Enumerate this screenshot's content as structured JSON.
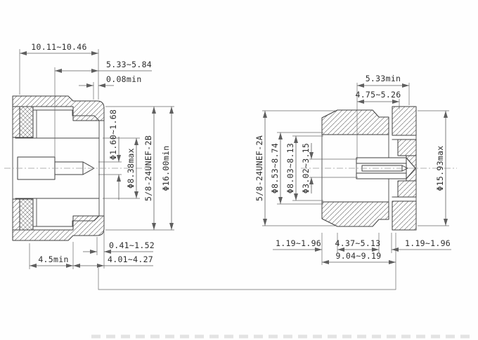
{
  "colors": {
    "background": "#fefefe",
    "body_line": "#3f3f3f",
    "dimension_line": "#5f5f5f",
    "label_text": "#2d2d2d",
    "centerline": "#9b9b9b",
    "hatch": "#767676"
  },
  "left_view": {
    "dims": {
      "body_length": "10.11~10.46",
      "front_length": "5.33~5.84",
      "face_gap": "0.08min",
      "pin_diameter": "Φ1.60~1.68",
      "bore_diameter": "Φ8.38max",
      "thread_spec": "5/8-24UNEF-2B",
      "thread_diameter": "Φ16.00min",
      "step_width": "0.41~1.52",
      "back_length": "4.5min",
      "front_depth": "4.01~4.27"
    }
  },
  "right_view": {
    "dims": {
      "thread_length": "5.33min",
      "coupling_length": "4.75~5.26",
      "thread_spec": "5/8-24UNEF-2A",
      "bore_diameter_max": "Φ8.53~8.74",
      "bore_diameter_min": "Φ8.03~8.13",
      "socket_diameter": "Φ3.02~3.15",
      "outer_diameter": "Φ15.93max",
      "groove_left": "1.19~1.96",
      "groove_center": "4.37~5.13",
      "groove_right": "1.19~1.96",
      "shell_length": "9.04~9.19"
    }
  }
}
